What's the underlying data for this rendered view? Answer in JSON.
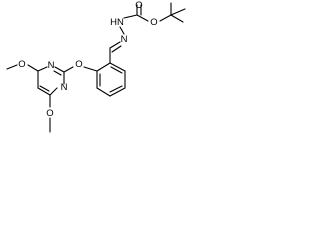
{
  "molecule": {
    "atoms": {
      "o_pyrimidine_top_methoxy": "O",
      "n_pyrimidine_upper": "N",
      "o_ether_bridge": "O",
      "n_pyrimidine_lower": "N",
      "o_pyrimidine_bottom_methoxy": "O",
      "n_hydrazone_hn": "HN",
      "n_imine": "N",
      "o_carbonyl": "O",
      "o_ester": "O"
    }
  }
}
